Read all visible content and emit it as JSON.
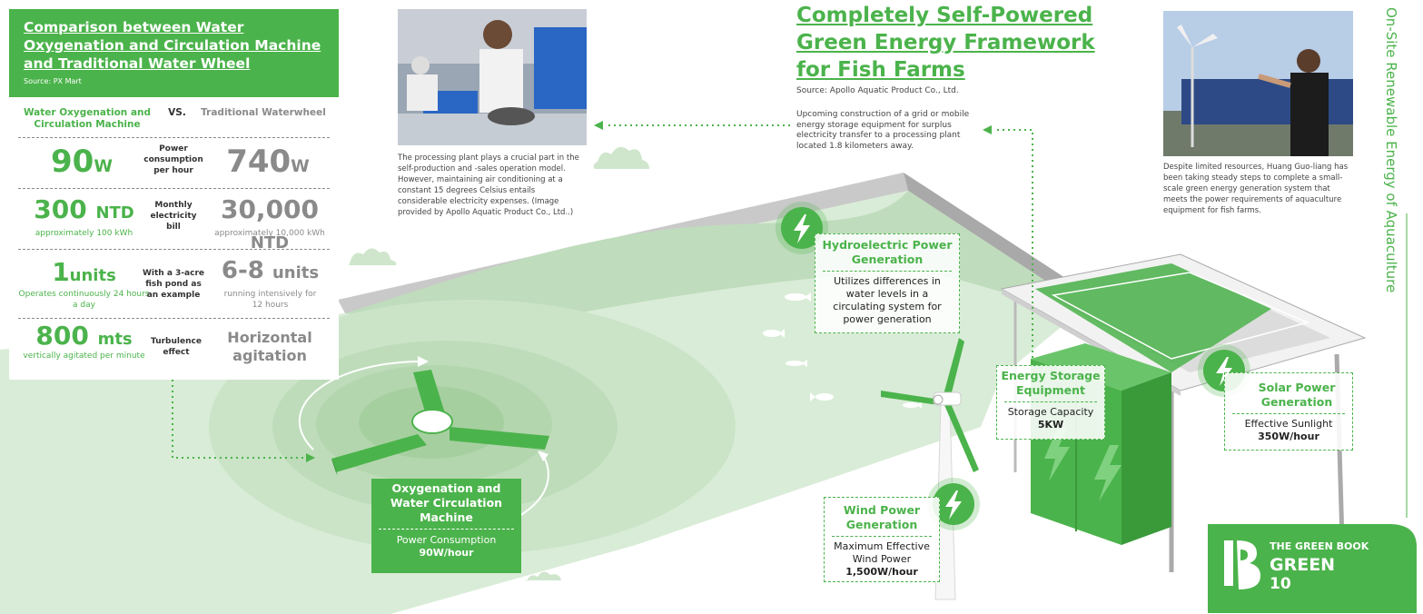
{
  "comparison": {
    "title": "Comparison between Water Oxygenation and Circulation Machine and Traditional Water Wheel",
    "source": "Source: PX Mart",
    "col_left": "Water Oxygenation and Circulation Machine",
    "vs": "VS.",
    "col_right": "Traditional Waterwheel",
    "rows": [
      {
        "left_value": "90",
        "left_unit": "W",
        "left_sub": "",
        "middle": "Power consumption per hour",
        "right_value": "740",
        "right_unit": "W",
        "right_sub": ""
      },
      {
        "left_value": "300",
        "left_unit": "NTD",
        "left_sub": "approximately 100 kWh",
        "middle": "Monthly electricity bill",
        "right_value": "30,000",
        "right_unit": "NTD",
        "right_sub": "approximately 10,000 kWh"
      },
      {
        "left_value": "1",
        "left_unit": "units",
        "left_sub": "Operates continuously 24 hours a day",
        "middle": "With a 3-acre fish pond as an example",
        "right_value": "6-8",
        "right_unit": "units",
        "right_sub": "running intensively for 12 hours"
      },
      {
        "left_value": "800",
        "left_unit": "mts",
        "left_sub": "vertically agitated per minute",
        "middle": "Turbulence effect",
        "right_value": "Horizontal agitation",
        "right_unit": "",
        "right_sub": ""
      }
    ]
  },
  "processing_caption": "The processing plant plays a crucial part in the self-production and -sales operation model. However, maintaining air conditioning at a constant 15 degrees Celsius entails considerable electricity expenses. (Image provided by Apollo Aquatic Product Co., Ltd..)",
  "main_title": "Completely Self-Powered Green Energy Framework for Fish Farms",
  "main_source": "Source: Apollo Aquatic Product Co., Ltd.",
  "grid_note": "Upcoming construction of a grid or mobile energy storage equipment for surplus electricity transfer to a processing plant located 1.8 kilometers away.",
  "huang_caption": "Despite limited resources, Huang Guo-liang has been taking steady steps to complete a small-scale green energy generation system that meets the power requirements of aquaculture equipment for fish farms.",
  "side_title": "On-Site Renewable Energy of Aquaculture",
  "hydro": {
    "title": "Hydroelectric Power Generation",
    "desc": "Utilizes differences in water levels in a circulating system for power generation"
  },
  "storage": {
    "title": "Energy Storage Equipment",
    "desc": "Storage Capacity",
    "value": "5KW"
  },
  "solar": {
    "title": "Solar Power Generation",
    "desc": "Effective Sunlight",
    "value": "350W/hour"
  },
  "wind": {
    "title": "Wind Power Generation",
    "desc": "Maximum Effective Wind Power",
    "value": "1,500W/hour"
  },
  "oxygenation": {
    "title": "Oxygenation and Water Circulation Machine",
    "desc": "Power Consumption",
    "value": "90W/hour"
  },
  "book": {
    "series": "THE GREEN BOOK",
    "name": "GREEN",
    "number": "10"
  },
  "colors": {
    "green": "#4bb34b",
    "light_green": "#d9ecd7",
    "gray_text": "#8a8a8a"
  }
}
